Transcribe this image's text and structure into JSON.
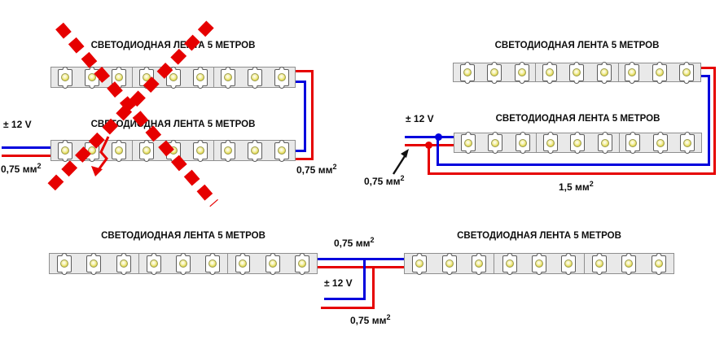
{
  "texts": {
    "strip_label": "СВЕТОДИОДНАЯ ЛЕНТА 5 МЕТРОВ",
    "voltage_label": "± 12 V",
    "gauge_small": {
      "base": "0,75 мм",
      "sup": "2"
    },
    "gauge_large": {
      "base": "1,5 мм",
      "sup": "2"
    }
  },
  "strip": {
    "segments": 3,
    "leds_per_segment": 3,
    "strip_count": 6
  },
  "colors": {
    "wire_red": "#e60000",
    "wire_blue": "#0000dd",
    "prohibition_red": "#e60000",
    "strip_body": "#e9e9e9",
    "strip_border": "#8f8f8f",
    "led_yellow": "#ded43c",
    "text": "#0d0d0d"
  },
  "icons": {
    "prohibition_cross": "dashed-x-cross-out",
    "strike_arrow": "zigzag-strike-arrow",
    "gauge_pointer": "annotation-arrow",
    "junction_dot": "wire-junction-dot"
  }
}
